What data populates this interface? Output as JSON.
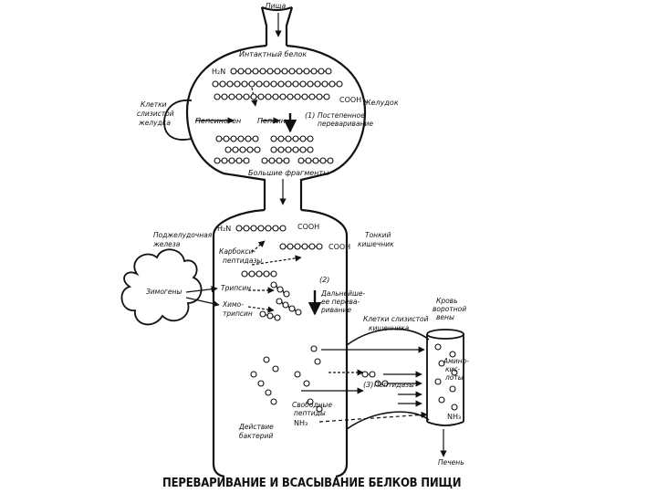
{
  "title": "ПЕРЕВАРИВАНИЕ И ВСАСЫВАНИЕ БЕЛКОВ ПИЩИ",
  "labels": {
    "food": "Пища",
    "intact_protein": "Интактный белок",
    "stomach": "Желудок",
    "gastric_cells": [
      "Клетки",
      "слизистой",
      "желудка"
    ],
    "pepsinogen": "Пепсиноген",
    "pepsin": "Пепсин",
    "marker_1": "(1)",
    "gradual_cleavage": [
      "Постепенное",
      "переваривание"
    ],
    "large_fragments": "Большие фрагменты",
    "pancreas": [
      "Поджелудочная",
      "железа"
    ],
    "small_intestine": [
      "Тонкий",
      "кишечник"
    ],
    "carboxypeptidases": [
      "Карбокси-",
      "пептидазы"
    ],
    "zymogens": "Зимогены",
    "trypsin": "Трипсин",
    "chymotrypsin": [
      "Химо-",
      "трипсин"
    ],
    "marker_2": "(2)",
    "further_digestion": [
      "Дальнейше-",
      "ее перева-",
      "ривание"
    ],
    "mucosa_cells": [
      "Клетки слизистой",
      "кишечника"
    ],
    "portal_blood": [
      "Кровь",
      "воротной",
      "вены"
    ],
    "amino_acids": [
      "Амино-",
      "кис-",
      "лоты"
    ],
    "marker_3": "(3)",
    "peptidases": "Пептидазы",
    "free_peptides": [
      "Свободные",
      "пептиды"
    ],
    "colon_bacteria": [
      "Действие",
      "бактерий"
    ],
    "liver": "Печень",
    "h2n": "H₂N",
    "cooh": "COOH",
    "nh3": "NH₃"
  }
}
